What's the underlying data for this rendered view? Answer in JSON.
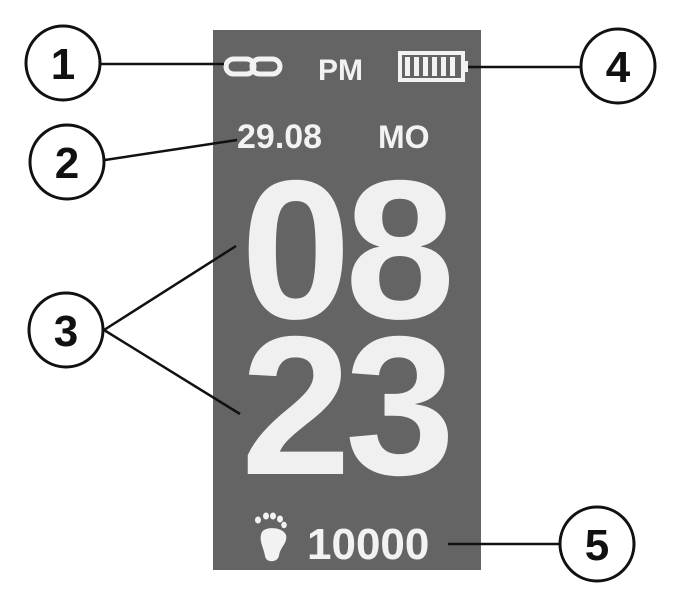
{
  "screen": {
    "ampm": "PM",
    "date": "29.08",
    "weekday": "MO",
    "hours": "08",
    "minutes": "23",
    "steps": "10000"
  },
  "icons": {
    "connection": "link-icon",
    "battery": "battery-icon",
    "steps": "footprints-icon"
  },
  "battery_level": 1.0,
  "callouts": [
    "1",
    "2",
    "3",
    "4",
    "5"
  ],
  "colors": {
    "screen_bg": "#646464",
    "screen_text": "#f2f2f2",
    "callout_stroke": "#111111"
  }
}
